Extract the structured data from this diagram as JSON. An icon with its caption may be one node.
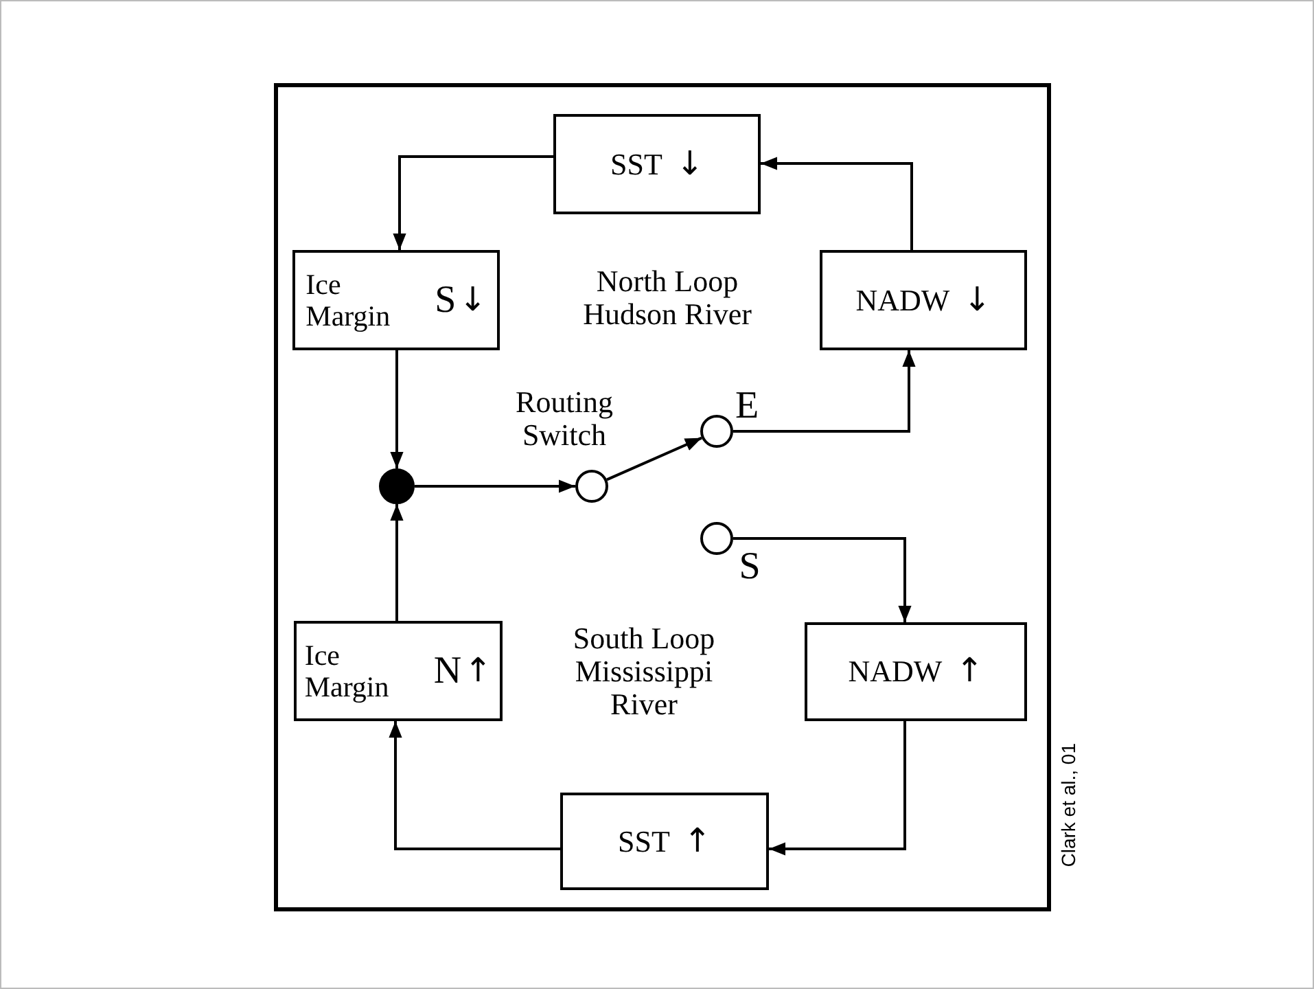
{
  "diagram": {
    "nodes": [
      {
        "text": [
          "SST",
          "↓"
        ]
      },
      {
        "text": [
          "Ice Margin",
          "S",
          "↓"
        ]
      },
      {
        "text": [
          "NADW",
          "↓"
        ]
      },
      {
        "text": [],
        "shape": "circle"
      },
      {
        "text": [],
        "shape": "circle",
        "beside": [
          "Routing Switch"
        ]
      },
      {
        "text": [],
        "shape": "circle",
        "beside": [
          "E"
        ]
      },
      {
        "text": [],
        "shape": "circle",
        "beside": [
          "S"
        ]
      },
      {
        "text": [
          "Ice Margin",
          "N",
          "↑"
        ]
      },
      {
        "text": [
          "NADW",
          "↑"
        ]
      },
      {
        "text": [
          "SST",
          "↑"
        ]
      }
    ],
    "edges": [
      {
        "from": 0,
        "to": 1,
        "arrow": "to"
      },
      {
        "from": 1,
        "to": 3,
        "arrow": "to"
      },
      {
        "from": 3,
        "to": 4,
        "arrow": "to"
      },
      {
        "from": 4,
        "to": 5,
        "arrow": "to"
      },
      {
        "from": 5,
        "to": 2,
        "arrow": "to"
      },
      {
        "from": 2,
        "to": 0,
        "arrow": "to"
      },
      {
        "from": 6,
        "to": 8,
        "arrow": "to"
      },
      {
        "from": 8,
        "to": 9,
        "arrow": "to"
      },
      {
        "from": 9,
        "to": 7,
        "arrow": "to"
      },
      {
        "from": 7,
        "to": 3,
        "arrow": "to"
      }
    ],
    "labels": [
      "North Loop Hudson River",
      "South Loop Mississippi River",
      "Clark et al., 01"
    ]
  }
}
